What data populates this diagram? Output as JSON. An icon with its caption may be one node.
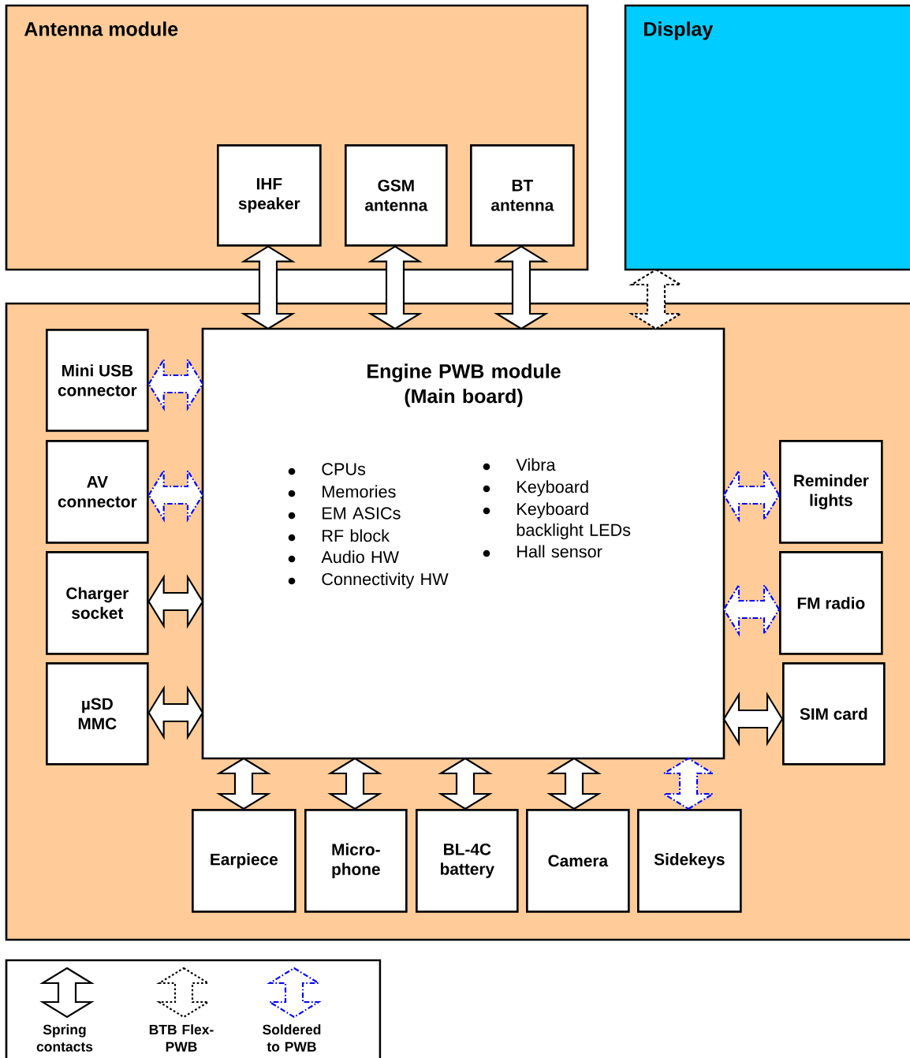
{
  "diagram": {
    "nodes": [
      {
        "text": [
          "Antenna module"
        ]
      },
      {
        "text": [
          "IHF speaker"
        ],
        "in": 0
      },
      {
        "text": [
          "GSM antenna"
        ],
        "in": 0
      },
      {
        "text": [
          "BT antenna"
        ],
        "in": 0
      },
      {
        "text": [
          "Display"
        ]
      },
      {
        "text": [],
        "shape": "box"
      },
      {
        "text": [
          "Engine PWB module (Main board)",
          "CPUs",
          "Memories",
          "EM ASICs",
          "RF block",
          "Audio HW",
          "Connectivity HW",
          "Vibra",
          "Keyboard",
          "Keyboard backlight LEDs",
          "Hall sensor"
        ],
        "in": 5
      },
      {
        "text": [
          "Mini USB connector"
        ],
        "in": 5
      },
      {
        "text": [
          "AV connector"
        ],
        "in": 5
      },
      {
        "text": [
          "Charger socket"
        ],
        "in": 5
      },
      {
        "text": [
          "µSD MMC"
        ],
        "in": 5
      },
      {
        "text": [
          "Reminder lights"
        ],
        "in": 5
      },
      {
        "text": [
          "FM radio"
        ],
        "in": 5
      },
      {
        "text": [
          "SIM card"
        ],
        "in": 5
      },
      {
        "text": [
          "Earpiece"
        ],
        "in": 5
      },
      {
        "text": [
          "Micro- phone"
        ],
        "in": 5
      },
      {
        "text": [
          "BL-4C battery"
        ],
        "in": 5
      },
      {
        "text": [
          "Camera"
        ],
        "in": 5
      },
      {
        "text": [
          "Sidekeys"
        ],
        "in": 5
      }
    ],
    "edges": [
      {
        "from": 1,
        "to": 6,
        "arrow": "both"
      },
      {
        "from": 2,
        "to": 6,
        "arrow": "both"
      },
      {
        "from": 3,
        "to": 6,
        "arrow": "both"
      },
      {
        "from": 4,
        "to": 6,
        "arrow": "both",
        "style": "dashed"
      },
      {
        "from": 7,
        "to": 6,
        "arrow": "both",
        "style": "dashed",
        "color": "#0000ff"
      },
      {
        "from": 8,
        "to": 6,
        "arrow": "both",
        "style": "dashed",
        "color": "#0000ff"
      },
      {
        "from": 9,
        "to": 6,
        "arrow": "both"
      },
      {
        "from": 10,
        "to": 6,
        "arrow": "both"
      },
      {
        "from": 11,
        "to": 6,
        "arrow": "both",
        "style": "dashed",
        "color": "#0000ff"
      },
      {
        "from": 12,
        "to": 6,
        "arrow": "both",
        "style": "dashed",
        "color": "#0000ff"
      },
      {
        "from": 13,
        "to": 6,
        "arrow": "both"
      },
      {
        "from": 14,
        "to": 6,
        "arrow": "both"
      },
      {
        "from": 15,
        "to": 6,
        "arrow": "both"
      },
      {
        "from": 16,
        "to": 6,
        "arrow": "both"
      },
      {
        "from": 17,
        "to": 6,
        "arrow": "both"
      },
      {
        "from": 18,
        "to": 6,
        "arrow": "both",
        "style": "dashed",
        "color": "#0000ff"
      }
    ],
    "legend": [
      {
        "text": "Spring contacts"
      },
      {
        "text": "BTB Flex-PWB"
      },
      {
        "text": "Soldered to PWB"
      }
    ]
  }
}
